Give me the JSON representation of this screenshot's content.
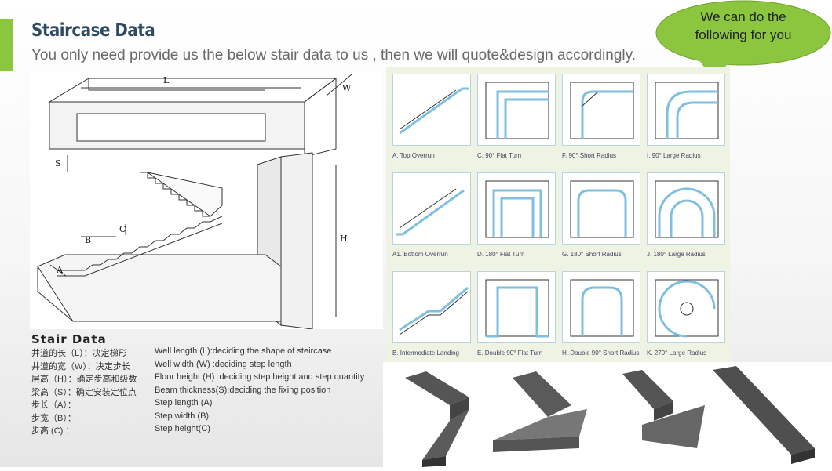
{
  "header": {
    "title": "Staircase Data",
    "subtitle": "You only need provide us the below stair data to us , then we will quote&design accordingly."
  },
  "bubble": {
    "text": "We can do the following for you",
    "color": "#8cc63f"
  },
  "diagram": {
    "labels": {
      "L": "L",
      "W": "W",
      "S": "S",
      "H": "H",
      "B": "B",
      "C": "C",
      "A": "A"
    }
  },
  "stair_data": {
    "title": "Stair Data",
    "rows": [
      {
        "cn": "井道的长（L）：决定梯形",
        "en": "Well length (L):deciding the shape of steircase"
      },
      {
        "cn": "井道的宽（W）：决定步长",
        "en": "Well width (W) :deciding step length"
      },
      {
        "cn": "层高（H）：确定步高和级数",
        "en": "Floor height (H) :deciding step height and step quantity"
      },
      {
        "cn": "梁高（S）：确定安装定位点",
        "en": "Beam thickness(S):deciding the fixing position"
      },
      {
        "cn": "步长（A）：",
        "en": "Step length (A)"
      },
      {
        "cn": "步宽（B）：",
        "en": "Step width (B)"
      },
      {
        "cn": "步高 (C) ：",
        "en": "Step height(C)"
      }
    ]
  },
  "types": [
    {
      "label": "A. Top Overrun",
      "icon": "straight-top"
    },
    {
      "label": "C. 90° Flat Turn",
      "icon": "l-flat"
    },
    {
      "label": "F. 90° Short Radius",
      "icon": "l-short"
    },
    {
      "label": "I. 90° Large Radius",
      "icon": "l-large"
    },
    {
      "label": "A1. Bottom Overrun",
      "icon": "straight-bottom"
    },
    {
      "label": "D. 180° Flat Turn",
      "icon": "u-flat"
    },
    {
      "label": "G. 180° Short Radius",
      "icon": "u-short"
    },
    {
      "label": "J. 180° Large Radius",
      "icon": "u-large"
    },
    {
      "label": "B. Intermediate Landing",
      "icon": "straight-landing"
    },
    {
      "label": "E. Double 90° Flat Turn",
      "icon": "double-flat"
    },
    {
      "label": "H. Double 90° Short Radius",
      "icon": "double-short"
    },
    {
      "label": "K. 270° Large Radius",
      "icon": "spiral-270"
    }
  ],
  "colors": {
    "accent": "#8cc63f",
    "title": "#2f4a63",
    "rail": "#7fbfe0"
  }
}
